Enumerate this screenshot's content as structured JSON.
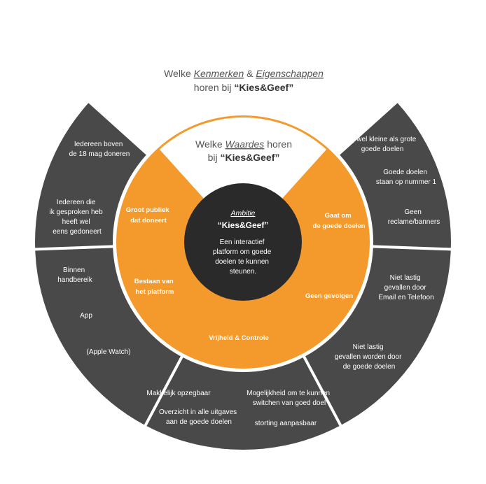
{
  "colors": {
    "dark": "#4a4949",
    "orange": "#f49a2c",
    "core": "#2b2a2a",
    "white": "#ffffff",
    "heading_text": "#555555"
  },
  "outer_heading": {
    "prefix": "Welke ",
    "word1": "Kenmerken",
    "amp": " & ",
    "word2": "Eigenschappen",
    "line2_pre": "horen bij ",
    "line2_bold": "“Kies&Geef”"
  },
  "inner_heading": {
    "prefix": "Welke ",
    "word": "Waardes",
    "suffix": " horen",
    "line2_pre": "bij ",
    "line2_bold": "“Kies&Geef”"
  },
  "core": {
    "title": "Ambitie",
    "name": "“Kies&Geef”",
    "desc": [
      "Een interactief",
      "platform om goede",
      "doelen te kunnen",
      "steunen."
    ]
  },
  "values": [
    {
      "lines": [
        "Groot publiek",
        "dat doneert"
      ]
    },
    {
      "lines": [
        "Gaat om",
        "de goede doelen"
      ]
    },
    {
      "lines": [
        "Bestaan van",
        "het platform"
      ]
    },
    {
      "lines": [
        "Geen gevolgen"
      ]
    },
    {
      "lines": [
        "Vrijheid & Controle"
      ]
    }
  ],
  "segments": {
    "top_right": [
      {
        "lines": [
          "Zo wel kleine als grote",
          "goede doelen"
        ]
      },
      {
        "lines": [
          "Goede doelen",
          "staan op nummer 1"
        ]
      },
      {
        "lines": [
          "Geen",
          "reclame/banners"
        ]
      }
    ],
    "right": [
      {
        "lines": [
          "Niet lastig",
          "gevallen door",
          "Email en Telefoon"
        ]
      },
      {
        "lines": [
          "Niet lastig",
          "gevallen worden door",
          "de goede doelen"
        ]
      }
    ],
    "bottom": [
      {
        "lines": [
          "Makkelijk opzegbaar"
        ]
      },
      {
        "lines": [
          "Overzicht in alle uitgaves",
          "aan de goede doelen"
        ]
      },
      {
        "lines": [
          "Mogelijkheid om te kunnen",
          "switchen van goed doel"
        ]
      },
      {
        "lines": [
          "storting aanpasbaar"
        ]
      }
    ],
    "left": [
      {
        "lines": [
          "Binnen",
          "handbereik"
        ]
      },
      {
        "lines": [
          "App"
        ]
      },
      {
        "lines": [
          "(Apple Watch)"
        ]
      }
    ],
    "top_left": [
      {
        "lines": [
          "Iedereen boven",
          "de 18 mag doneren"
        ]
      },
      {
        "lines": [
          "Iedereen die",
          "ik gesproken heb",
          "heeft wel",
          "eens gedoneert"
        ]
      }
    ]
  }
}
